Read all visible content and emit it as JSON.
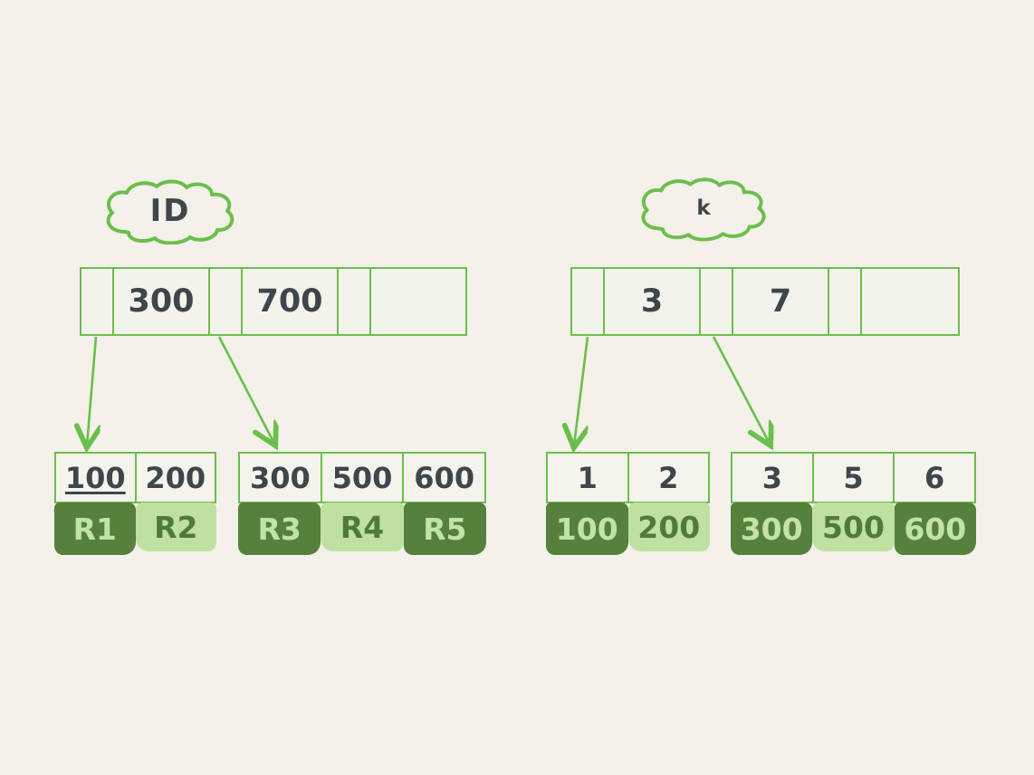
{
  "palette": {
    "background": "#f3f1e9",
    "line_green": "#6abf4c",
    "text_dark": "#3d464b",
    "record_dark_bg": "#55813c",
    "record_dark_text": "#c3e2a7",
    "record_light_bg": "#bfe0a1",
    "record_light_text": "#4e7c38"
  },
  "left": {
    "label": "ID",
    "root_cells": [
      "",
      "300",
      "",
      "700",
      "",
      ""
    ],
    "leaf1": {
      "keys": [
        "100",
        "200"
      ],
      "records": [
        "R1",
        "R2"
      ],
      "record_variants": [
        "dark",
        "light"
      ]
    },
    "leaf2": {
      "keys": [
        "300",
        "500",
        "600"
      ],
      "records": [
        "R3",
        "R4",
        "R5"
      ],
      "record_variants": [
        "dark",
        "light",
        "dark"
      ]
    }
  },
  "right": {
    "label": "k",
    "root_cells": [
      "",
      "3",
      "",
      "7",
      "",
      ""
    ],
    "leaf1": {
      "keys": [
        "1",
        "2"
      ],
      "records": [
        "100",
        "200"
      ],
      "record_variants": [
        "dark",
        "light"
      ]
    },
    "leaf2": {
      "keys": [
        "3",
        "5",
        "6"
      ],
      "records": [
        "300",
        "500",
        "600"
      ],
      "record_variants": [
        "dark",
        "light",
        "dark"
      ]
    }
  }
}
